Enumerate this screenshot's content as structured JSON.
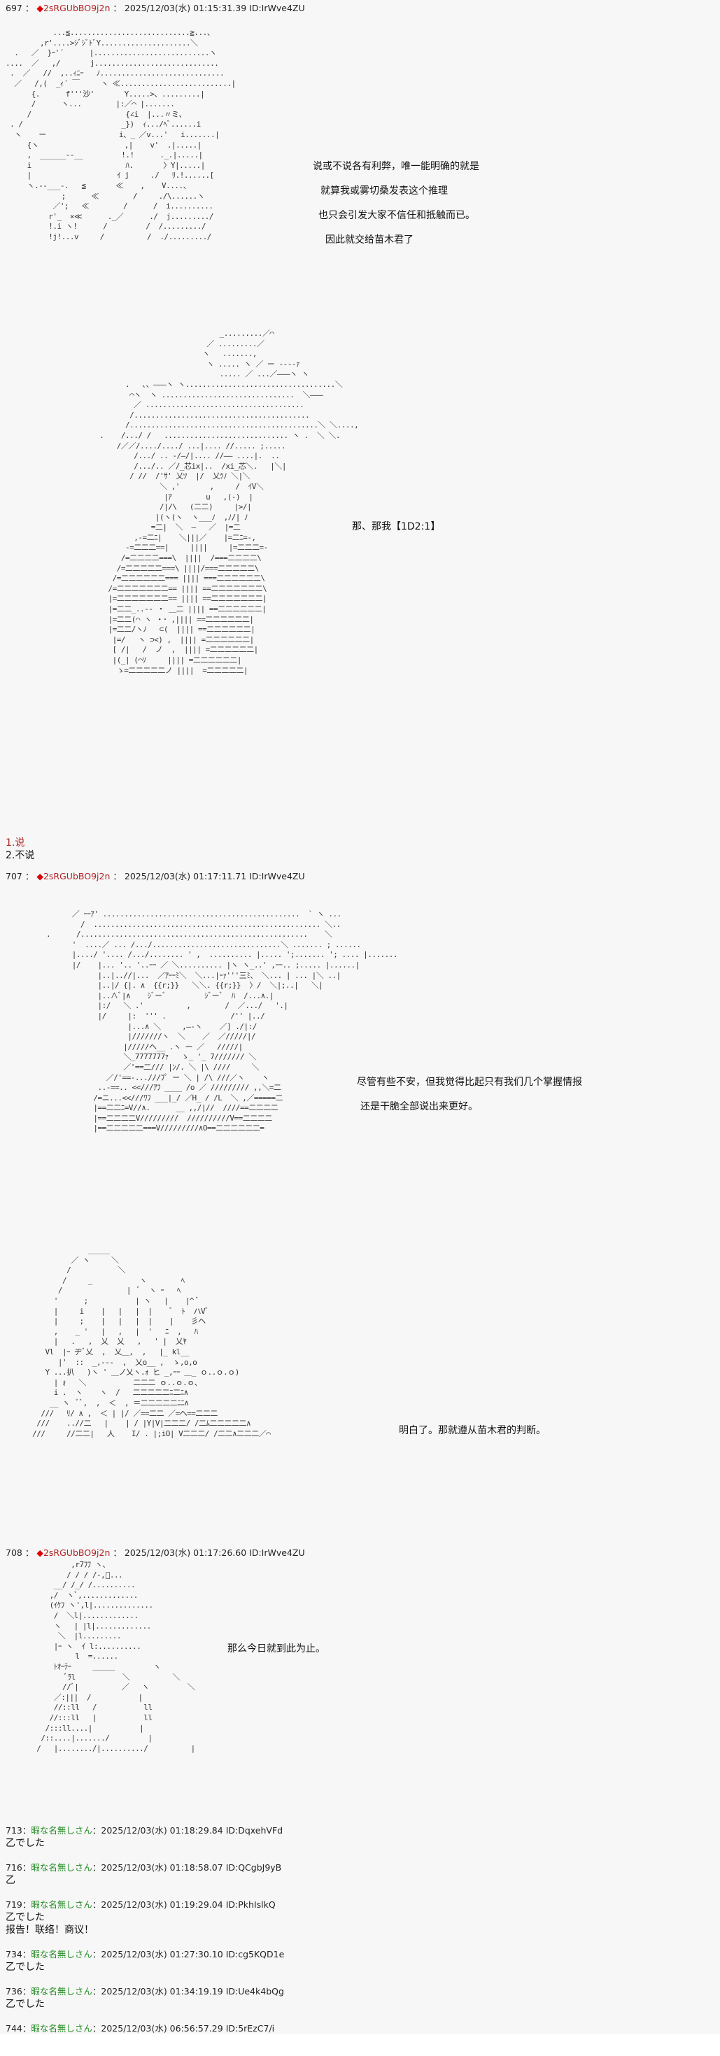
{
  "posts": [
    {
      "number": "697",
      "separator": "：",
      "author_mark": "◆",
      "author": "2sRGUbBO9j2n",
      "date": "2025/12/03(水) 01:15:31.39",
      "id": "ID:IrWve4ZU",
      "dialogue": [
        "说或不说各有利弊，唯一能明确的就是",
        "就算我或雾切桑发表这个推理",
        "也只会引发大家不信任和抵触而已。",
        "因此就交给苗木君了"
      ],
      "dialogue2": [
        "那、那我【1D2:1】"
      ],
      "choices": [
        "1.说",
        "2.不说"
      ]
    },
    {
      "number": "707",
      "separator": "：",
      "author_mark": "◆",
      "author": "2sRGUbBO9j2n",
      "date": "2025/12/03(水) 01:17:11.71",
      "id": "ID:IrWve4ZU",
      "dialogue": [
        "尽管有些不安，但我觉得比起只有我们几个掌握情报",
        "还是干脆全部说出来更好。"
      ],
      "dialogue2": [
        "明白了。那就遵从苗木君的判断。"
      ]
    },
    {
      "number": "708",
      "separator": "：",
      "author_mark": "◆",
      "author": "2sRGUbBO9j2n",
      "date": "2025/12/03(水) 01:17:26.60",
      "id": "ID:IrWve4ZU",
      "dialogue": [
        "那么今日就到此为止。"
      ]
    }
  ],
  "replies": [
    {
      "number": "713",
      "separator": "：",
      "author": "暇な名無しさん",
      "date": "2025/12/03(水) 01:18:29.84",
      "id": "ID:DqxehVFd",
      "body": [
        "乙でした"
      ]
    },
    {
      "number": "716",
      "separator": "：",
      "author": "暇な名無しさん",
      "date": "2025/12/03(水) 01:18:58.07",
      "id": "ID:QCgbJ9yB",
      "body": [
        "乙"
      ]
    },
    {
      "number": "719",
      "separator": "：",
      "author": "暇な名無しさん",
      "date": "2025/12/03(水) 01:19:29.04",
      "id": "ID:PkhIslkQ",
      "body": [
        "乙でした",
        "报告！联络！商议！"
      ]
    },
    {
      "number": "734",
      "separator": "：",
      "author": "暇な名無しさん",
      "date": "2025/12/03(水) 01:27:30.10",
      "id": "ID:cg5KQD1e",
      "body": [
        "乙でした"
      ]
    },
    {
      "number": "736",
      "separator": "：",
      "author": "暇な名無しさん",
      "date": "2025/12/03(水) 01:34:19.19",
      "id": "ID:Ue4k4bQg",
      "body": [
        "乙でした"
      ]
    },
    {
      "number": "744",
      "separator": "：",
      "author": "暇な名無しさん",
      "date": "2025/12/03(水) 06:56:57.29",
      "id": "ID:5rEzC7/i",
      "body": []
    }
  ],
  "colors": {
    "background": "#f7f7f7",
    "trip_name": "#b22222",
    "trip_diamond": "#e00000",
    "anon_name": "#228b22",
    "choice_highlight": "#b22222"
  },
  "art": {
    "aa1": "           ...≦............................≧...、\n        ,r'....>ｼﾞｼﾞﾄﾞY.....................＼\n  .   ／  }ｰ'´      |...........................ヽ\n....  ／   ,/       j.............................\n .  ／   //  ,..ｨﾆｰ   ﾉ.............................\n  ／   /,(  _ｨ´ ￣     ヽ ≪..........................|\n      {.      f'''沙'       Y.....>、.........|\n      /      ヽ...        |:／⌒ |.......\n     /                      {∠i  |...〃ミ、\n . /                       _})  ｨ.../ﾍﾞ......i\n  ヽ    ー                 i、_ ／v...'   i.......|\n     {ヽ                    ,|    v'  .|.....|\n     ,  ______--__         !.!      ._.|.....|\n     i                      ﾊ.       〉Y|.....|\n     |                    ｲ j     ./   ﾘ.!......[\n     ヽ.--___-.   ≦       ≪    ,    V....、\n             ;      ≪        /     ./\\......ヽ\n           ／';   ≪        /      /  i..........\n          r'_  ×≪      ._／      ./  j........./\n          !.i ヽ!      /         /  /........./\n          !j!...v     /          /  ./........./",
    "aa2": "                              _.........／⌒\n                           ／ .........／\n                          ヽ   .......,\n                           ヽ ..... ヽ ／ ー -‐‐‐ｧ\n                              ..... ／ ...／―――ヽ ヽ\n        .   ､、―――ヽ ヽ...................................＼\n         ⌒ヽ  ヽ ...............................  ＼―――\n          ／ .....................................\n         /.........................................\n        /............................................＼ ＼....,\n  .    /.../ /   ............................. ヽ .  ＼ ＼.\n      /／／/..../..../ ...|.... //..... ;.....\n          /.../ .. -/―/|.... //―― ....|.  ..\n          /.../.. ／/_芯ix|..  /xi_芯＼.   |＼|\n         / //  /'ｻ' 乂ﾂ  |/  乂ﾂﾉ ＼|＼\n                ＼ ,'       ,     /  ｲV＼\n                 |ｱ        u   ,(-)  |\n                /|/\\   (二二)     |>/|\n               |(ヽ(ヽ  ヽ___ﾉ  ,ﾉ/| ﾉ\n              =二|  ＼  ―   ／  |=二\n          ,-=二ﾆ|    ＼|||／    |=二ﾆ=-,\n        -=二二二==|     ||||     |=二二二=-\n       /=二二二二===\\  ||||  /===二二二二\\\n      /=二二二二二===\\ ||||/===二二二二二\\\n     /=二二二二二二=== |||| ===二二二二二二\\\n    /=二二二二二二二== |||| ==二二二二二二二\\\n    |=二二二二二二二== |||| ==二二二二二二二|\n    |=二二_..-‐ ・ ＿二 |||| ==二二二二二二|\n    |=二二(⌒ ヽ ・･ ,|||| ==二二二二二二|\n    |=二二/ヽﾉ   ⊂(  |||| ==二二二二二二|\n     |=/   ヽ ⊃<) ,  |||| =二二二二二二|\n     [ /|   /  ノ  ,  |||| =二二二二二二|\n     |(_| (⌒ｿ     |||| =二二二二二二|\n      ゝ=二二二二二ノ ||||  =二二二二二|",
    "aa3": "      ／ ｰｰｱ' ..............................................  ` ヽ ...\n        /  ..................................................... ＼..\n.      /.....................................................    ＼\n      '  ....／ ... /.../..............................＼ ....... ; ......\n      |..../ '.... /.../........ ' ,  .......... |..... ';....... '; .... |.......\n      |/    |... '.. '..ｰｰ ／ ＼.......... |ヽ ヽ_..' ,ｰｰ.. ;..... |......|\n            |..|..//|...  ／ｱｰｰﾐ＼  ＼...|ｰｧ'''三ﾐ、 ＼... | ... |＼ ..|\n            |..|/ {|. ∧  {{r;}}   ＼＼. {{r;}}  〉/  ＼|;..|   ＼|\n            |..∧ﾞ|∧    ｼﾞーﾞ         ｼﾞーﾞ  ﾊ  /...∧.|\n            |:/   ＼ .'          ,        /  ／.../   '.|\n            |/     |:  ''' .               /'' |../\n                   |...∧ ＼     ,―‐ヽ    ／] ./|:/\n                   |///////ヽ  ＼    ／  ／/////|/\n                  |/////ヘ__ .ヽ ー ／   /////|\n                  ＼_7777777ｧ   ゝ_ '_ 7/////// ＼\n                  ／'==二/// |ﾝ/. ＼ |\\ ////     ＼\n              ／/'==-...///ﾌﾟ ー ＼ | /\\ ///／ヽ    ヽ\n            ..-==.. <<///ｱﾌ ____ /o ／ ///////// ,,＼=二\n           /=ニ...<<///ﾜﾌ ___|_/ ／H_ / /L  ＼ ,／=====二\n           |==二二ﾆ=V//∧.      __ ,,/|//  ////==二二二二\n           |==二二二二V/////////  //////////V==二二二二\n           |==二二二二二===V/////////∧O==二二二二二二=",
    "aa4": "              _____\n          ／ ヽ     ＼\n         /           ＼\n        /     _           ヽ        ﾍ\n       /               |  ﾞ  ヽ ｰ   ﾍ\n      '      ;           | ヽ   |    |^ ﾞ\n      |     i    |   |   |  |    ﾞ  ﾄ  ハVﾞ\n      |     ;    |   |   |  |    |    彡ヘ\n      ,    _ '   |   ,   |  '   ﾆ  ,   ﾊ\n      |   .   ,  乂  乂   ,   ' |  乂ﾔ\n    Vl  |ｰ ヂﾞ乂  ,  乂＿,  ,   |_ kl__\n       |'  ::  _,---  ,  乂o__ ,  ゝ,o,o\n    Y ...扒   )ヽ ' ＿ノ乂ヽ.ｫ ヒ _,ｰｰ ＿_ ｏ..ｏ.ｏ)\n      | ｫ   ＼           二二二 ｏ..ｏ.ｏ、\n      i .  ヽ    ヽ  /   二二二二二ﾆ二ﾆ∧\n     __ ヽ  ﾞﾞ,  ,  ＜  , ＝二二二二二ﾆﾆ∧\n   ///   ﾘ/ ∧ ,  ＜ | |/ ／==二二 ／=ヘ==二二二\n  ///    ..//二   |    | / |Y|V|二二二/ /二ﾑ二二二二二∧\n ///     //二二|   人    I/ . |;iO| V二二二/ /二二∧二二二／⌒",
    "aa5": "          ,r7ﾌﾌ ヽ、\n         / / / /-,ﾞ...\n      __/ /_/ /..........\n     ,/  ヽﾞ,.............\n     (ｲｹﾌ ヽ',l|..............\n      /  ＼l|.............\n      ヽ   | |l|.............\n       ＼  |l.........\n      |ｰ ヽ  ｲ l:..........\n           l  =......\n      ﾄｵｰﾃｰ     ＿＿＿         ヽ\n         ﾞﾗl           ＼          ＼\n        //ﾞ|          ／   ヽ         ＼\n      ／:|||  /           |\n      //::ll   /           ll\n     //:::ll   |           ll\n    /:::ll....|           |\n   /::....|......./         |\n  /   |......../|........../          |"
  }
}
